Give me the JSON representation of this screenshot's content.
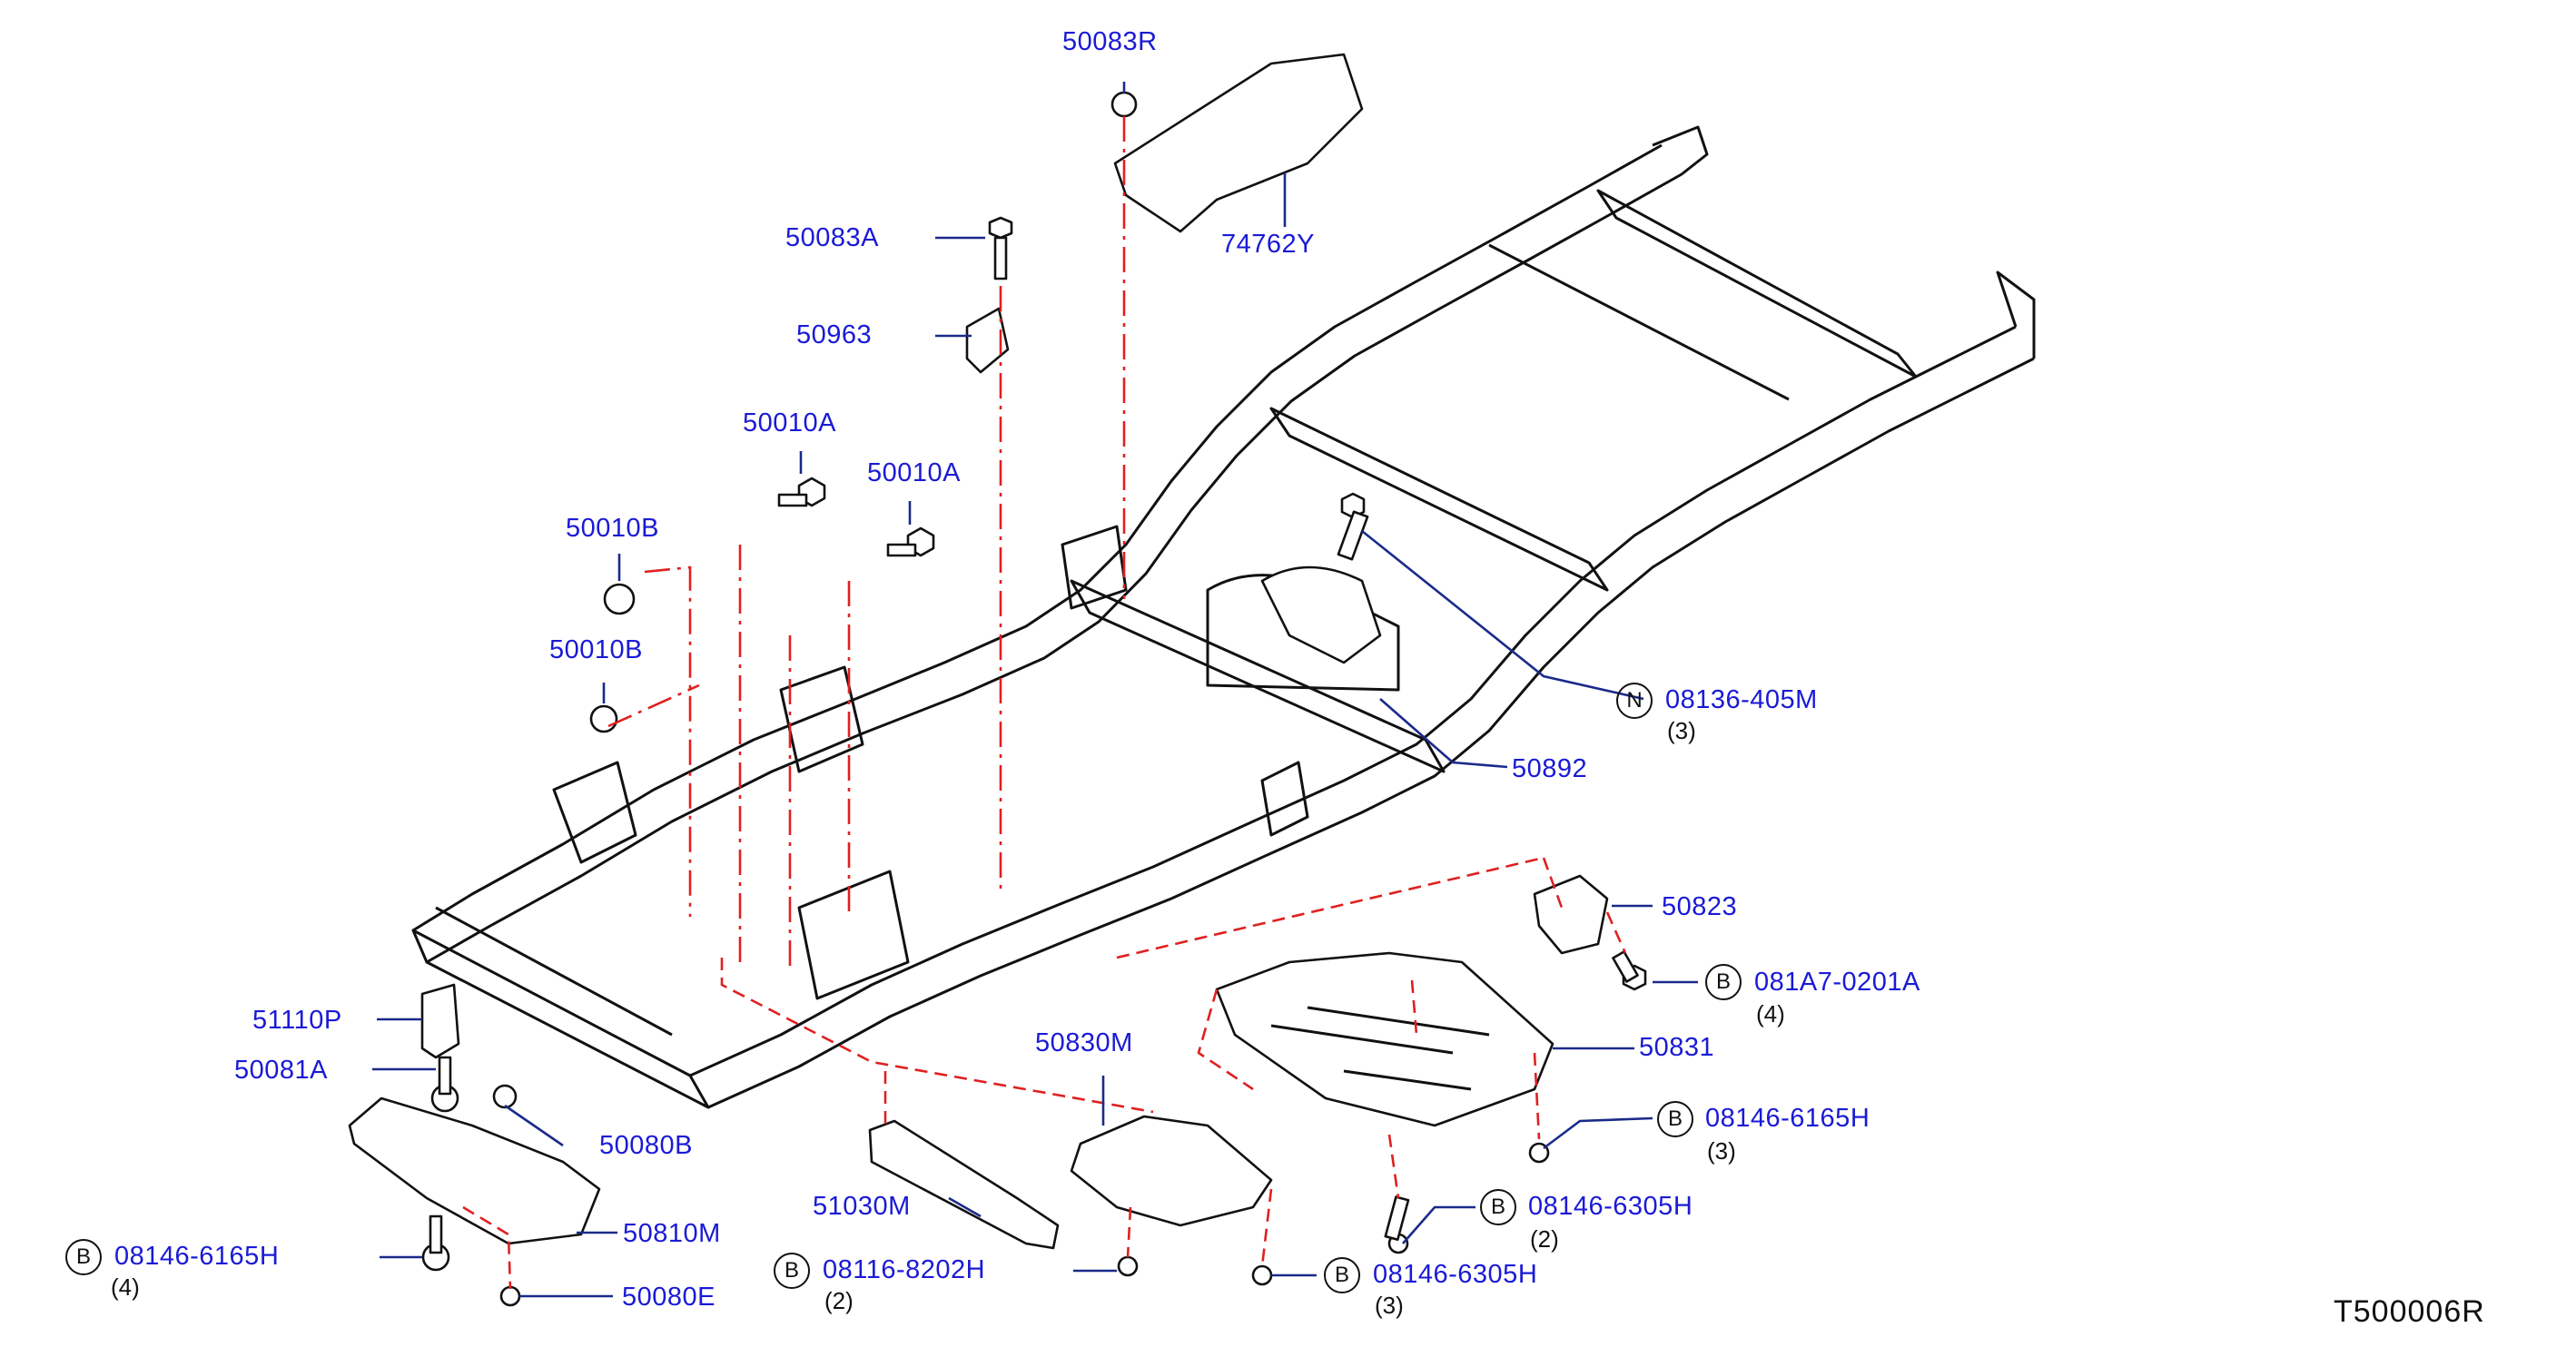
{
  "diagram": {
    "code": "T500006R",
    "parts": [
      {
        "id": "p-50083R",
        "label": "50083R"
      },
      {
        "id": "p-74762Y",
        "label": "74762Y"
      },
      {
        "id": "p-50083A",
        "label": "50083A"
      },
      {
        "id": "p-50963",
        "label": "50963"
      },
      {
        "id": "p-50010A-1",
        "label": "50010A"
      },
      {
        "id": "p-50010A-2",
        "label": "50010A"
      },
      {
        "id": "p-50010B-1",
        "label": "50010B"
      },
      {
        "id": "p-50010B-2",
        "label": "50010B"
      },
      {
        "id": "p-08136",
        "label": "08136-405M",
        "qty": "(3)",
        "badge": "N"
      },
      {
        "id": "p-50892",
        "label": "50892"
      },
      {
        "id": "p-50823",
        "label": "50823"
      },
      {
        "id": "p-081A7",
        "label": "081A7-0201A",
        "qty": "(4)",
        "badge": "B"
      },
      {
        "id": "p-50830M",
        "label": "50830M"
      },
      {
        "id": "p-50831",
        "label": "50831"
      },
      {
        "id": "p-51110P",
        "label": "51110P"
      },
      {
        "id": "p-50081A",
        "label": "50081A"
      },
      {
        "id": "p-50080B",
        "label": "50080B"
      },
      {
        "id": "p-51030M",
        "label": "51030M"
      },
      {
        "id": "p-08146-6165H-r",
        "label": "08146-6165H",
        "qty": "(3)",
        "badge": "B"
      },
      {
        "id": "p-08146-6305H-a",
        "label": "08146-6305H",
        "qty": "(2)",
        "badge": "B"
      },
      {
        "id": "p-50810M",
        "label": "50810M"
      },
      {
        "id": "p-08146-6165H-l",
        "label": "08146-6165H",
        "qty": "(4)",
        "badge": "B"
      },
      {
        "id": "p-08116",
        "label": "08116-8202H",
        "qty": "(2)",
        "badge": "B"
      },
      {
        "id": "p-08146-6305H-b",
        "label": "08146-6305H",
        "qty": "(3)",
        "badge": "B"
      },
      {
        "id": "p-50080E",
        "label": "50080E"
      }
    ]
  },
  "colors": {
    "label": "#1a1ad6",
    "leader": "#1a2a8a",
    "phantom": "#e02020",
    "line": "#111111"
  }
}
